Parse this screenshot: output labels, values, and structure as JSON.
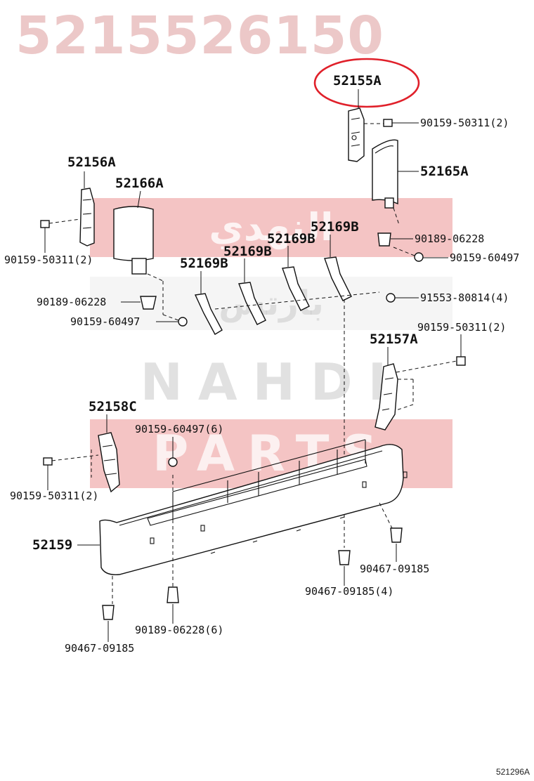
{
  "watermark_number": "5215526150",
  "watermark": {
    "arabic_top": "النهدي",
    "arabic_mid": "بارتس",
    "brand": "NAHDI",
    "sub": "PARTS"
  },
  "highlight_color": "#e0202a",
  "labels": {
    "p52155A": "52155A",
    "p90159_50311_2_top": "90159-50311(2)",
    "p52165A": "52165A",
    "p52156A": "52156A",
    "p52166A": "52166A",
    "p52169B_a": "52169B",
    "p52169B_b": "52169B",
    "p52169B_c": "52169B",
    "p52169B_d": "52169B",
    "p90189_06228_right": "90189-06228",
    "p90159_60497_right": "90159-60497",
    "p90159_50311_2_left": "90159-50311(2)",
    "p90189_06228_left": "90189-06228",
    "p90159_60497_left": "90159-60497",
    "p91553_80814_4": "91553-80814(4)",
    "p90159_50311_2_right": "90159-50311(2)",
    "p52157A": "52157A",
    "p52158C": "52158C",
    "p90159_60497_6": "90159-60497(6)",
    "p90159_50311_2_lower": "90159-50311(2)",
    "p52159": "52159",
    "p90467_09185_right": "90467-09185",
    "p90467_09185_4": "90467-09185(4)",
    "p90189_06228_6": "90189-06228(6)",
    "p90467_09185_left": "90467-09185"
  },
  "diagram_code": "521296A"
}
